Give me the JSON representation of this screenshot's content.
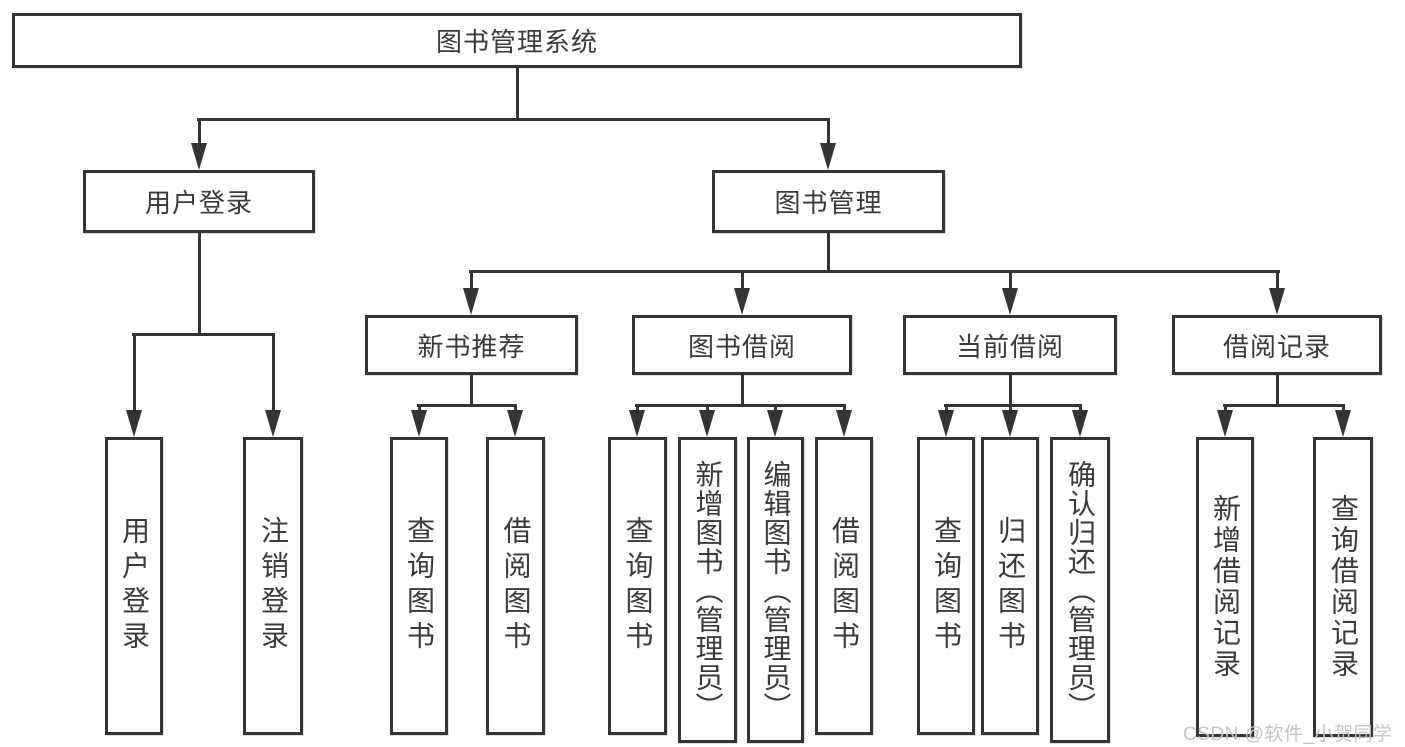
{
  "diagram": {
    "title": "图书管理系统",
    "root": {
      "label": "图书管理系统"
    },
    "level2": [
      {
        "label": "用户登录"
      },
      {
        "label": "图书管理"
      }
    ],
    "level3": [
      {
        "label": "新书推荐"
      },
      {
        "label": "图书借阅"
      },
      {
        "label": "当前借阅"
      },
      {
        "label": "借阅记录"
      }
    ],
    "leaves": [
      {
        "label": "用户登录",
        "parent": "用户登录"
      },
      {
        "label": "注销登录",
        "parent": "用户登录"
      },
      {
        "label": "查询图书",
        "parent": "新书推荐"
      },
      {
        "label": "借阅图书",
        "parent": "新书推荐"
      },
      {
        "label": "查询图书",
        "parent": "图书借阅"
      },
      {
        "label": "新增图书（管理员）",
        "parent": "图书借阅"
      },
      {
        "label": "编辑图书（管理员）",
        "parent": "图书借阅"
      },
      {
        "label": "借阅图书",
        "parent": "图书借阅"
      },
      {
        "label": "查询图书",
        "parent": "当前借阅"
      },
      {
        "label": "归还图书",
        "parent": "当前借阅"
      },
      {
        "label": "确认归还（管理员）",
        "parent": "当前借阅"
      },
      {
        "label": "新增借阅记录",
        "parent": "借阅记录"
      },
      {
        "label": "查询借阅记录",
        "parent": "借阅记录"
      }
    ],
    "watermark": "CSDN @软件_小贺同学",
    "colors": {
      "line": "#343434",
      "background": "#ffffff",
      "watermark_text": "#c5c5c5"
    }
  }
}
